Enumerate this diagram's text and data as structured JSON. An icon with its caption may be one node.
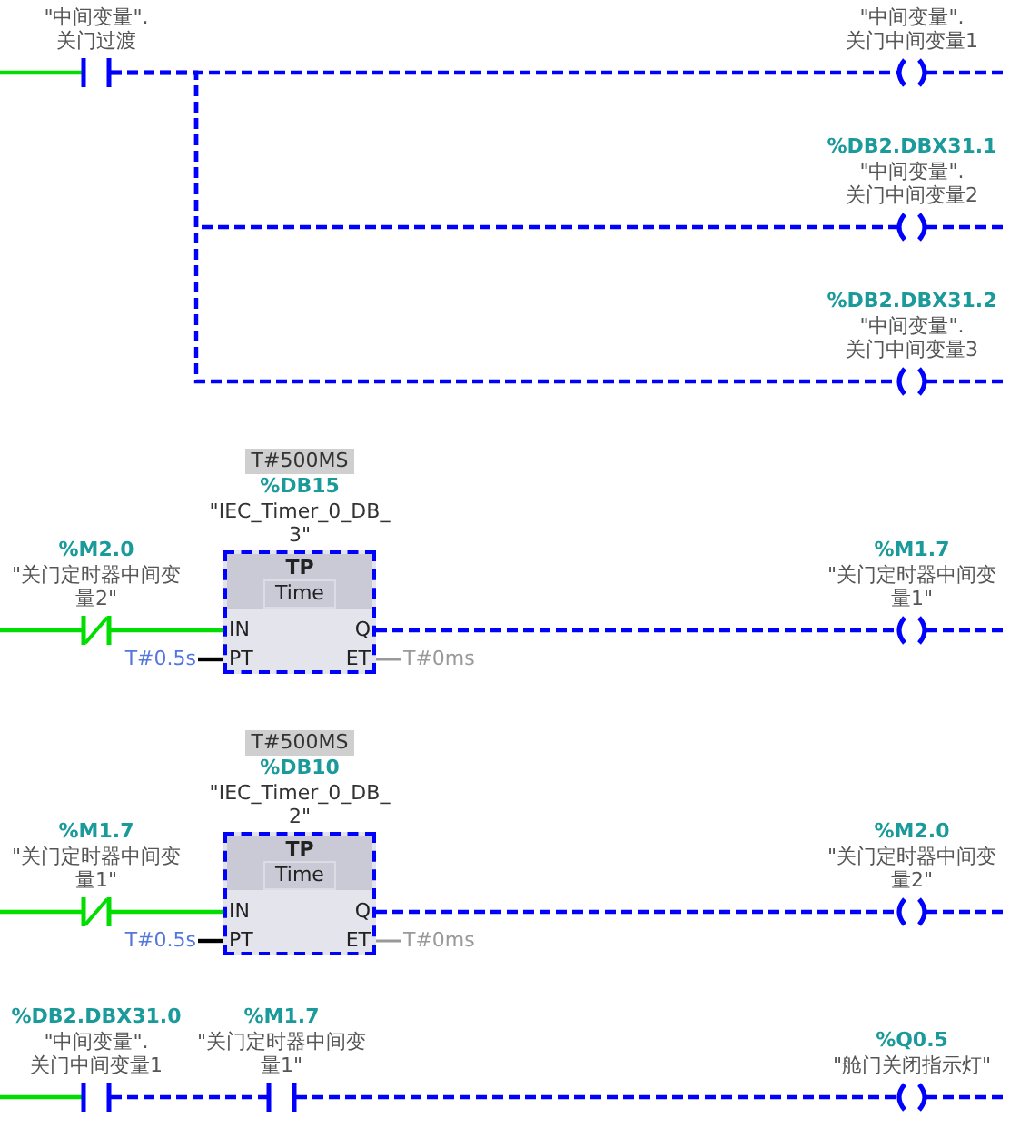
{
  "diagram": {
    "nodes": [
      {
        "text": [
          "\"中间变量\". 关门过渡"
        ]
      },
      {
        "text": [
          "\"中间变量\". 关门中间变量1"
        ]
      },
      {
        "text": [
          "%DB2.DBX31.1",
          "\"中间变量\". 关门中间变量2"
        ]
      },
      {
        "text": [
          "%DB2.DBX31.2",
          "\"中间变量\". 关门中间变量3"
        ]
      },
      {
        "text": [
          "%M2.0",
          "\"关门定时器中间变量2\""
        ]
      },
      {
        "text": [
          "T#500MS",
          "%DB15",
          "\"IEC_Timer_0_DB_3\"",
          "TP",
          "Time",
          "IN",
          "PT",
          "Q",
          "ET"
        ]
      },
      {
        "text": [
          "T#0.5s"
        ]
      },
      {
        "text": [
          "T#0ms"
        ]
      },
      {
        "text": [
          "%M1.7",
          "\"关门定时器中间变量1\""
        ]
      },
      {
        "text": [
          "%M1.7",
          "\"关门定时器中间变量1\""
        ]
      },
      {
        "text": [
          "T#500MS",
          "%DB10",
          "\"IEC_Timer_0_DB_2\"",
          "TP",
          "Time",
          "IN",
          "PT",
          "Q",
          "ET"
        ]
      },
      {
        "text": [
          "T#0.5s"
        ]
      },
      {
        "text": [
          "T#0ms"
        ]
      },
      {
        "text": [
          "%M2.0",
          "\"关门定时器中间变量2\""
        ]
      },
      {
        "text": [
          "%DB2.DBX31.0",
          "\"中间变量\". 关门中间变量1"
        ]
      },
      {
        "text": [
          "%M1.7",
          "\"关门定时器中间变量1\""
        ]
      },
      {
        "text": [
          "%Q0.5",
          "\"舱门关闭指示灯\""
        ]
      }
    ],
    "edges": [
      {
        "from": null,
        "to": 0,
        "arrow": "none",
        "color": "#00dd00"
      },
      {
        "from": 0,
        "to": 1,
        "arrow": "none",
        "style": "dashed"
      },
      {
        "from": 0,
        "to": 2,
        "arrow": "none",
        "style": "dashed"
      },
      {
        "from": 0,
        "to": 3,
        "arrow": "none",
        "style": "dashed"
      },
      {
        "from": 1,
        "to": null,
        "arrow": "none",
        "style": "dashed"
      },
      {
        "from": 2,
        "to": null,
        "arrow": "none",
        "style": "dashed"
      },
      {
        "from": 3,
        "to": null,
        "arrow": "none",
        "style": "dashed"
      },
      {
        "from": null,
        "to": 4,
        "arrow": "none",
        "color": "#00dd00"
      },
      {
        "from": 4,
        "to": 5,
        "arrow": "none",
        "color": "#00dd00"
      },
      {
        "from": 6,
        "to": 5,
        "arrow": "none",
        "color": "#000000"
      },
      {
        "from": 5,
        "to": 8,
        "arrow": "none",
        "style": "dashed"
      },
      {
        "from": 5,
        "to": 7,
        "arrow": "none",
        "color": "#999999"
      },
      {
        "from": 8,
        "to": null,
        "arrow": "none",
        "style": "dashed"
      },
      {
        "from": null,
        "to": 9,
        "arrow": "none",
        "color": "#00dd00"
      },
      {
        "from": 9,
        "to": 10,
        "arrow": "none",
        "color": "#00dd00"
      },
      {
        "from": 11,
        "to": 10,
        "arrow": "none",
        "color": "#000000"
      },
      {
        "from": 10,
        "to": 13,
        "arrow": "none",
        "style": "dashed"
      },
      {
        "from": 10,
        "to": 12,
        "arrow": "none",
        "color": "#999999"
      },
      {
        "from": 13,
        "to": null,
        "arrow": "none",
        "style": "dashed"
      },
      {
        "from": null,
        "to": 14,
        "arrow": "none",
        "color": "#00dd00"
      },
      {
        "from": 14,
        "to": 15,
        "arrow": "none",
        "style": "dashed"
      },
      {
        "from": 15,
        "to": 16,
        "arrow": "none",
        "style": "dashed"
      },
      {
        "from": 16,
        "to": null,
        "arrow": "none",
        "style": "dashed"
      }
    ]
  }
}
